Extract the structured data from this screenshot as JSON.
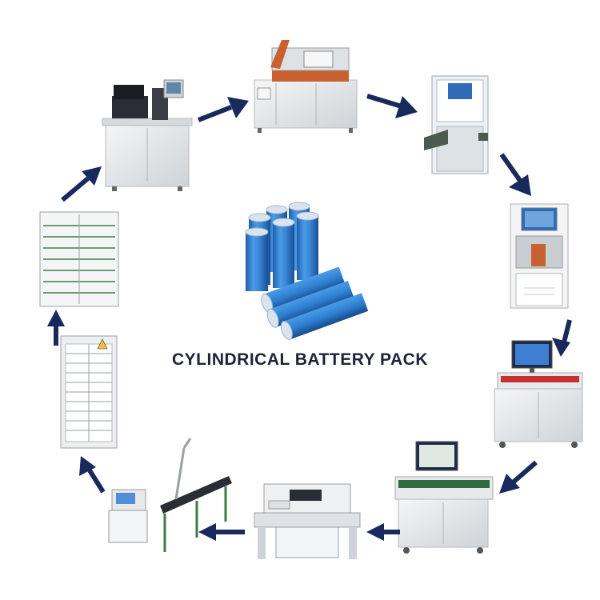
{
  "diagram": {
    "title": "CYLINDRICAL BATTERY PACK",
    "center_item": "cylindrical-battery-cells",
    "cycle": [
      "battery-welding-machine",
      "cell-loading-station",
      "enclosed-welding-machine",
      "automatic-spot-welder",
      "battery-tester-station",
      "bms-test-workbench",
      "shrink-tunnel",
      "inkjet-coder-conveyor",
      "aging-cabinet",
      "capacity-grading-rack"
    ],
    "colors": {
      "arrow": "#18295c",
      "battery": "#2f7fd0",
      "title": "#1f2235",
      "machine_body": "#e9ebed"
    }
  }
}
